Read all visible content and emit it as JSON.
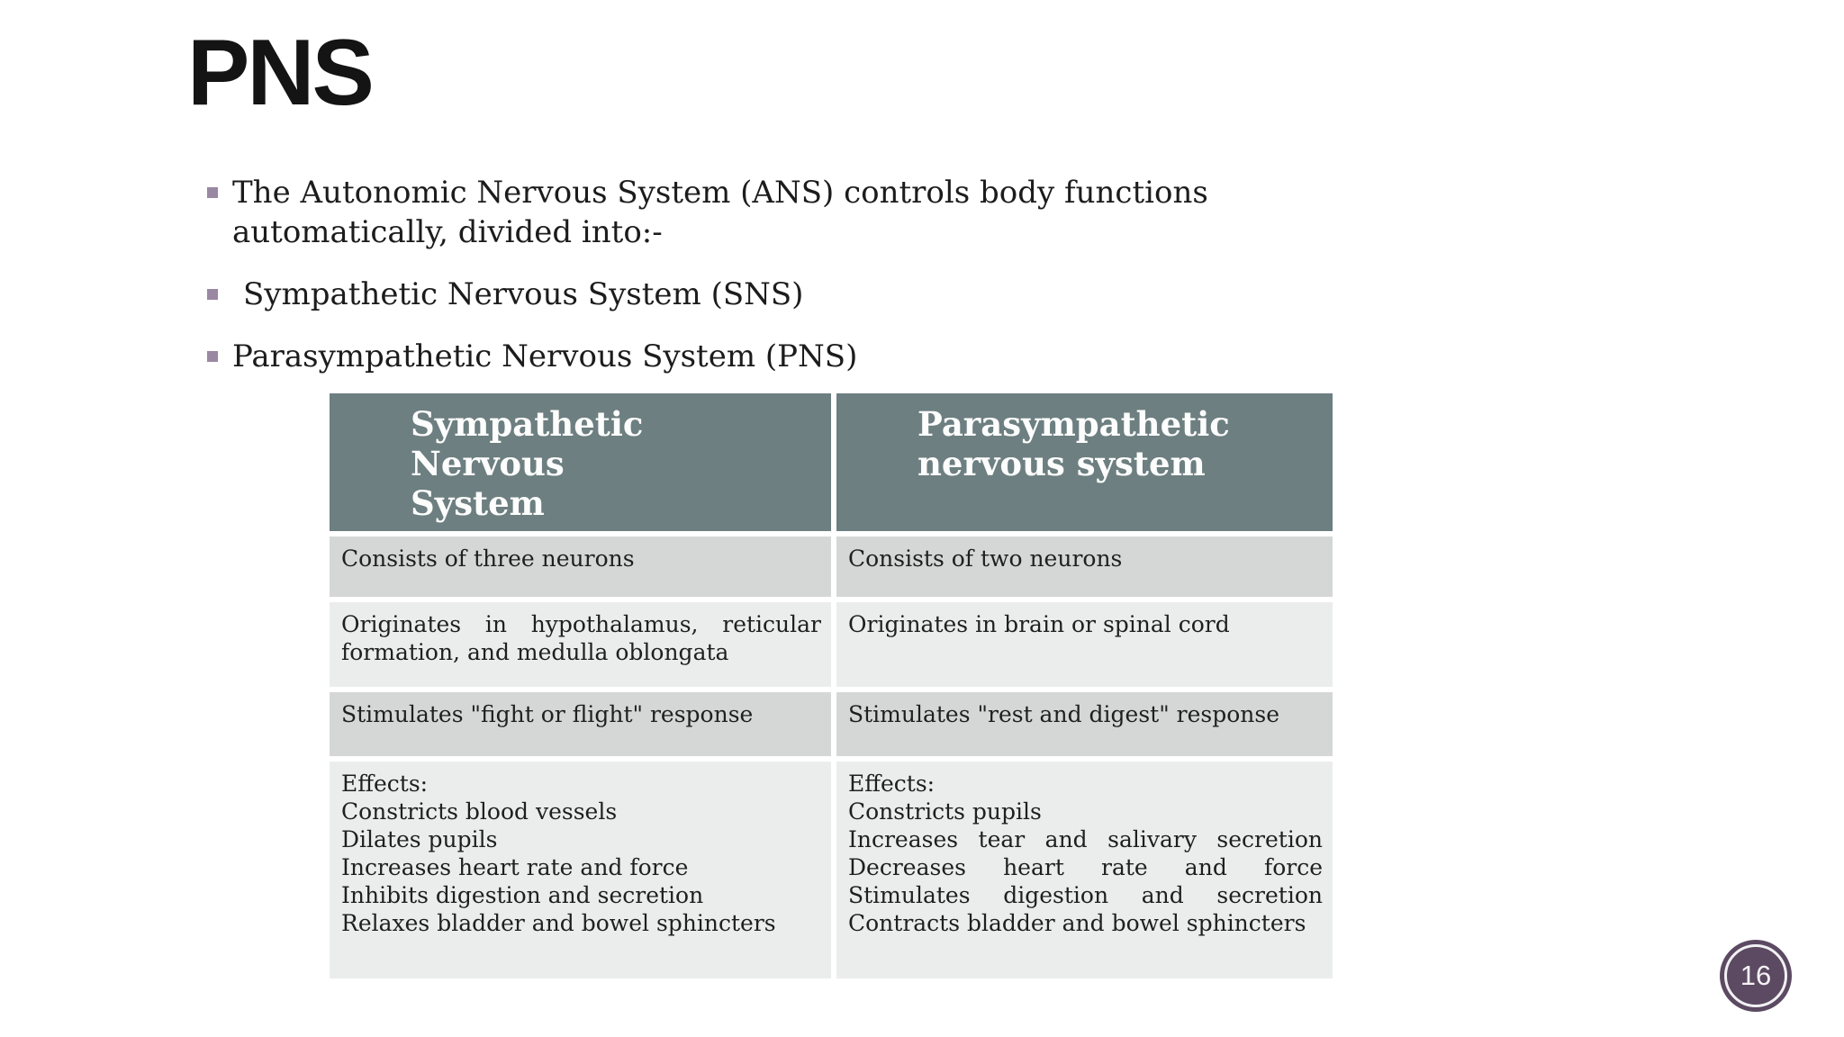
{
  "slide": {
    "title": "PNS",
    "page_number": "16"
  },
  "bullets": [
    {
      "text": "The Autonomic Nervous System (ANS) controls body functions automatically, divided into:-"
    },
    {
      "text": "Sympathetic Nervous System (SNS)"
    },
    {
      "text": "Parasympathetic Nervous System (PNS)"
    }
  ],
  "table": {
    "header": {
      "left_lines": [
        "Sympathetic Nervous",
        "System"
      ],
      "right_lines": [
        "Parasympathetic",
        "nervous system"
      ]
    },
    "rows": [
      {
        "left": [
          "Consists of three neurons"
        ],
        "right": [
          "Consists of two neurons"
        ]
      },
      {
        "left": [
          "Originates in hypothalamus, reticular",
          "formation, and medulla oblongata"
        ],
        "right": [
          "Originates in brain or spinal cord"
        ]
      },
      {
        "left": [
          "Stimulates \"fight or flight\" response"
        ],
        "right": [
          "Stimulates \"rest and digest\" response"
        ]
      },
      {
        "left": [
          "Effects:",
          "Constricts blood vessels",
          "Dilates pupils",
          "Increases heart rate and force",
          "Inhibits digestion and secretion",
          "Relaxes bladder and bowel sphincters"
        ],
        "right": [
          "Effects:",
          "Constricts pupils",
          "Increases tear and salivary secretion",
          "Decreases heart rate and force",
          "Stimulates digestion and secretion",
          "Contracts bladder and bowel sphincters"
        ]
      }
    ]
  },
  "colors": {
    "header_bg": "#6d7f80",
    "row_dark": "#d5d7d6",
    "row_light": "#ebedec",
    "bullet_marker": "#9a87a2",
    "badge_bg": "#5b4a62",
    "text": "#1f1f1f"
  }
}
